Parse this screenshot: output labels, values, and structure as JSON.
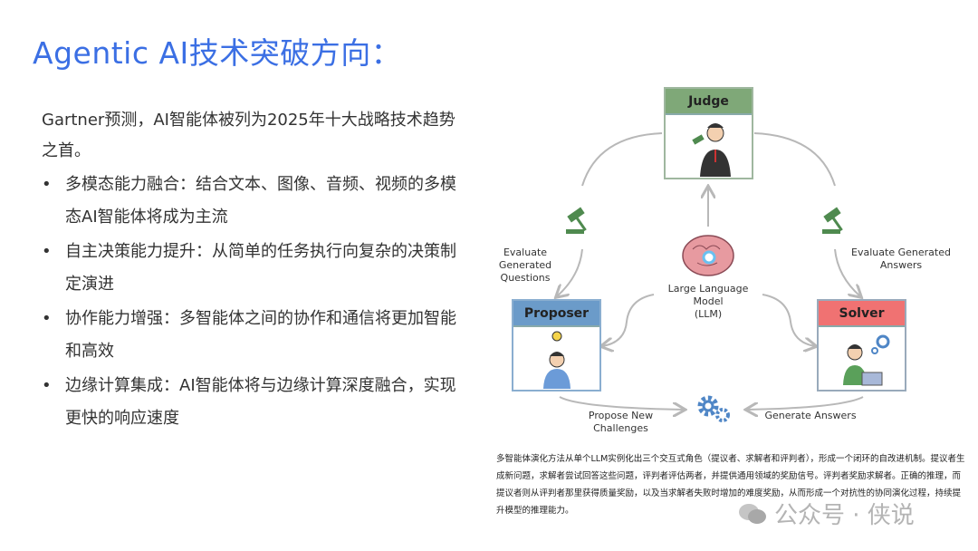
{
  "title": "Agentic AI技术突破方向：",
  "intro": "Gartner预测，AI智能体被列为2025年十大战略技术趋势之首。",
  "bullet_char": "•",
  "bullets": [
    "多模态能力融合：结合文本、图像、音频、视频的多模态AI智能体将成为主流",
    "自主决策能力提升：从简单的任务执行向复杂的决策制定演进",
    "协作能力增强：多智能体之间的协作和通信将更加智能和高效",
    "边缘计算集成：AI智能体将与边缘计算深度融合，实现更快的响应速度"
  ],
  "diagram": {
    "judge": "Judge",
    "proposer": "Proposer",
    "solver": "Solver",
    "llm_line1": "Large Language Model",
    "llm_line2": "(LLM)",
    "eval_questions": "Evaluate Generated Questions",
    "eval_answers": "Evaluate Generated Answers",
    "propose": "Propose New Challenges",
    "generate": "Generate Answers",
    "colors": {
      "judge": "#7fa878",
      "proposer": "#6b9bc9",
      "solver": "#f07272",
      "arrow": "#b8b8b8",
      "gear": "#4f86c6",
      "gavel": "#4f8a4f"
    }
  },
  "caption": "多智能体演化方法从单个LLM实例化出三个交互式角色（提议者、求解者和评判者），形成一个闭环的自改进机制。提议者生成新问题，求解者尝试回答这些问题，评判者评估两者，并提供通用领域的奖励信号。评判者奖励求解者。正确的推理，而提议者则从评判者那里获得质量奖励，以及当求解者失败时增加的难度奖励，从而形成一个对抗性的协同演化过程，持续提升模型的推理能力。",
  "watermark": "公众号 · 侠说"
}
